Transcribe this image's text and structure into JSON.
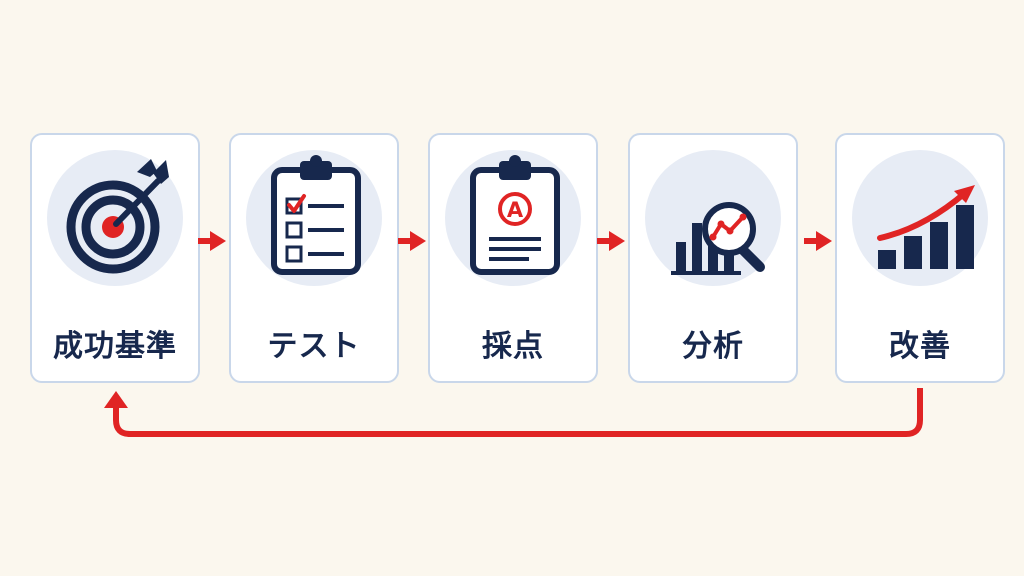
{
  "steps": [
    {
      "label": "成功基準",
      "icon": "target-icon"
    },
    {
      "label": "テスト",
      "icon": "checklist-clipboard-icon"
    },
    {
      "label": "採点",
      "icon": "graded-clipboard-icon"
    },
    {
      "label": "分析",
      "icon": "chart-magnifier-icon"
    },
    {
      "label": "改善",
      "icon": "growth-chart-icon"
    }
  ],
  "grade_mark": "A",
  "colors": {
    "background": "#FBF7EE",
    "navy": "#17284D",
    "red": "#E02424",
    "card_border": "#C9D7EA",
    "icon_circle": "#E7ECF5"
  }
}
